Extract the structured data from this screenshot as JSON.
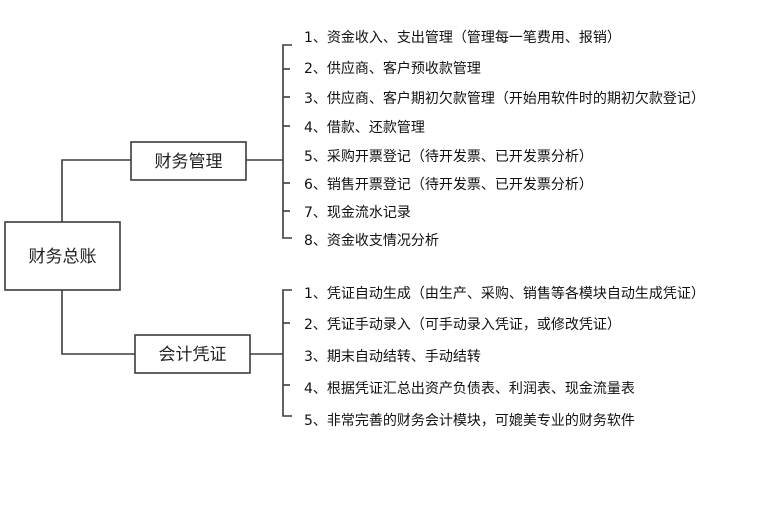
{
  "root": {
    "label": "财务总账"
  },
  "branches": [
    {
      "label": "财务管理",
      "items": [
        "1、资金收入、支出管理（管理每一笔费用、报销）",
        "2、供应商、客户预收款管理",
        "3、供应商、客户期初欠款管理（开始用软件时的期初欠款登记）",
        "4、借款、还款管理",
        "5、采购开票登记（待开发票、已开发票分析）",
        "6、销售开票登记（待开发票、已开发票分析）",
        "7、现金流水记录",
        "8、资金收支情况分析"
      ]
    },
    {
      "label": "会计凭证",
      "items": [
        "1、凭证自动生成（由生产、采购、销售等各模块自动生成凭证）",
        "2、凭证手动录入（可手动录入凭证，或修改凭证）",
        "3、期末自动结转、手动结转",
        "4、根据凭证汇总出资产负债表、利润表、现金流量表",
        "5、非常完善的财务会计模块，可媲美专业的财务软件"
      ]
    }
  ]
}
